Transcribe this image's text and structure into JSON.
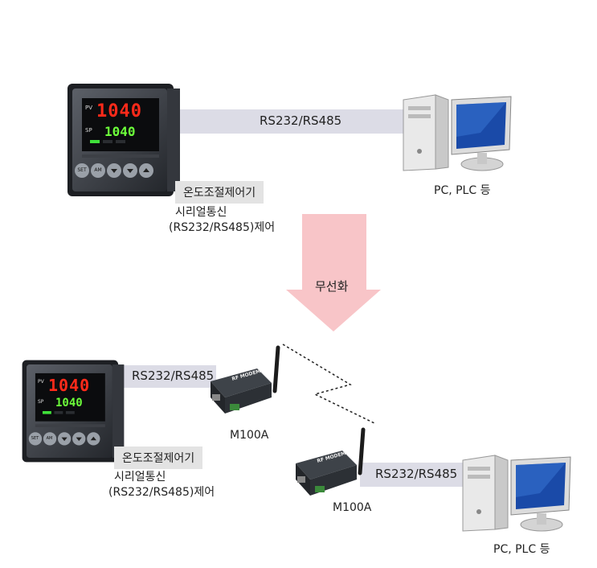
{
  "top": {
    "link_label": "RS232/RS485",
    "controller": {
      "pv_label": "PV",
      "pv_value": "1040",
      "sp_label": "SP",
      "sp_value": "1040",
      "buttons": [
        "SET",
        "AM"
      ]
    },
    "controller_tag": "온도조절제어기",
    "controller_desc_1": "시리얼통신",
    "controller_desc_2": "(RS232/RS485)제어",
    "pc_label": "PC, PLC 등"
  },
  "arrow": {
    "label": "무선화",
    "color": "#f8c5c8"
  },
  "bottom": {
    "link_label_left": "RS232/RS485",
    "link_label_right": "RS232/RS485",
    "controller": {
      "pv_label": "PV",
      "pv_value": "1040",
      "sp_label": "SP",
      "sp_value": "1040",
      "buttons": [
        "SET",
        "AM"
      ]
    },
    "controller_tag": "온도조절제어기",
    "controller_desc_1": "시리얼통신",
    "controller_desc_2": "(RS232/RS485)제어",
    "modem_1": {
      "face_label": "RF MODEM",
      "caption": "M100A"
    },
    "modem_2": {
      "face_label": "RF MODEM",
      "caption": "M100A"
    },
    "pc_label": "PC, PLC 등"
  },
  "colors": {
    "band": "#dcdce6",
    "display_red": "#ff2a1a",
    "display_green": "#6cff3a"
  }
}
